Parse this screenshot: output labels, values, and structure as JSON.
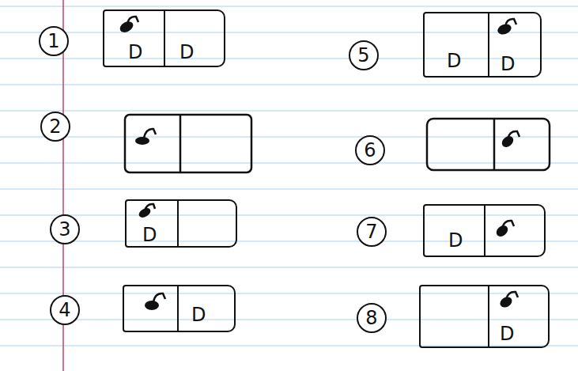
{
  "diagram": {
    "nodes": [
      {
        "text": [
          "D",
          "D"
        ]
      },
      {
        "text": [
          "D",
          "D"
        ]
      },
      {
        "text": [
          "D"
        ]
      },
      {
        "text": [
          "D"
        ]
      },
      {
        "text": [
          "D"
        ]
      },
      {
        "text": [
          "D"
        ]
      }
    ],
    "labels": [
      "1",
      "5",
      "2",
      "6",
      "3",
      "7",
      "4",
      "8"
    ]
  }
}
